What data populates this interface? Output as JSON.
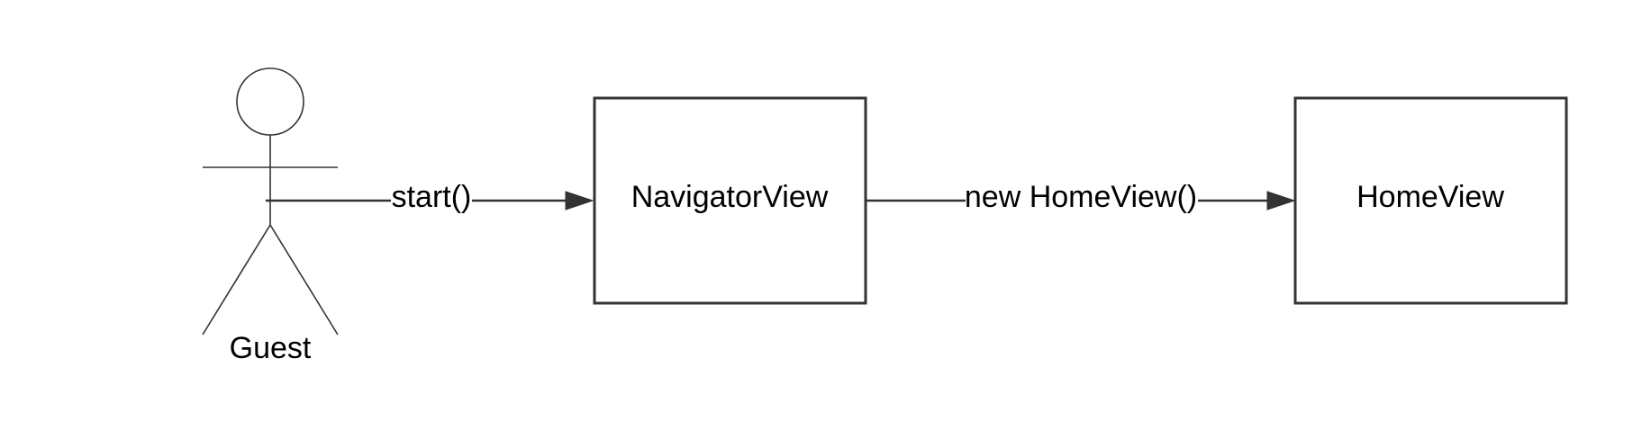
{
  "actor": {
    "label": "Guest"
  },
  "boxes": [
    {
      "label": "NavigatorView"
    },
    {
      "label": "HomeView"
    }
  ],
  "messages": [
    {
      "label": "start()"
    },
    {
      "label": "new HomeView()"
    }
  ],
  "colors": {
    "stroke": "#333333",
    "text": "#000000",
    "background": "#ffffff"
  }
}
